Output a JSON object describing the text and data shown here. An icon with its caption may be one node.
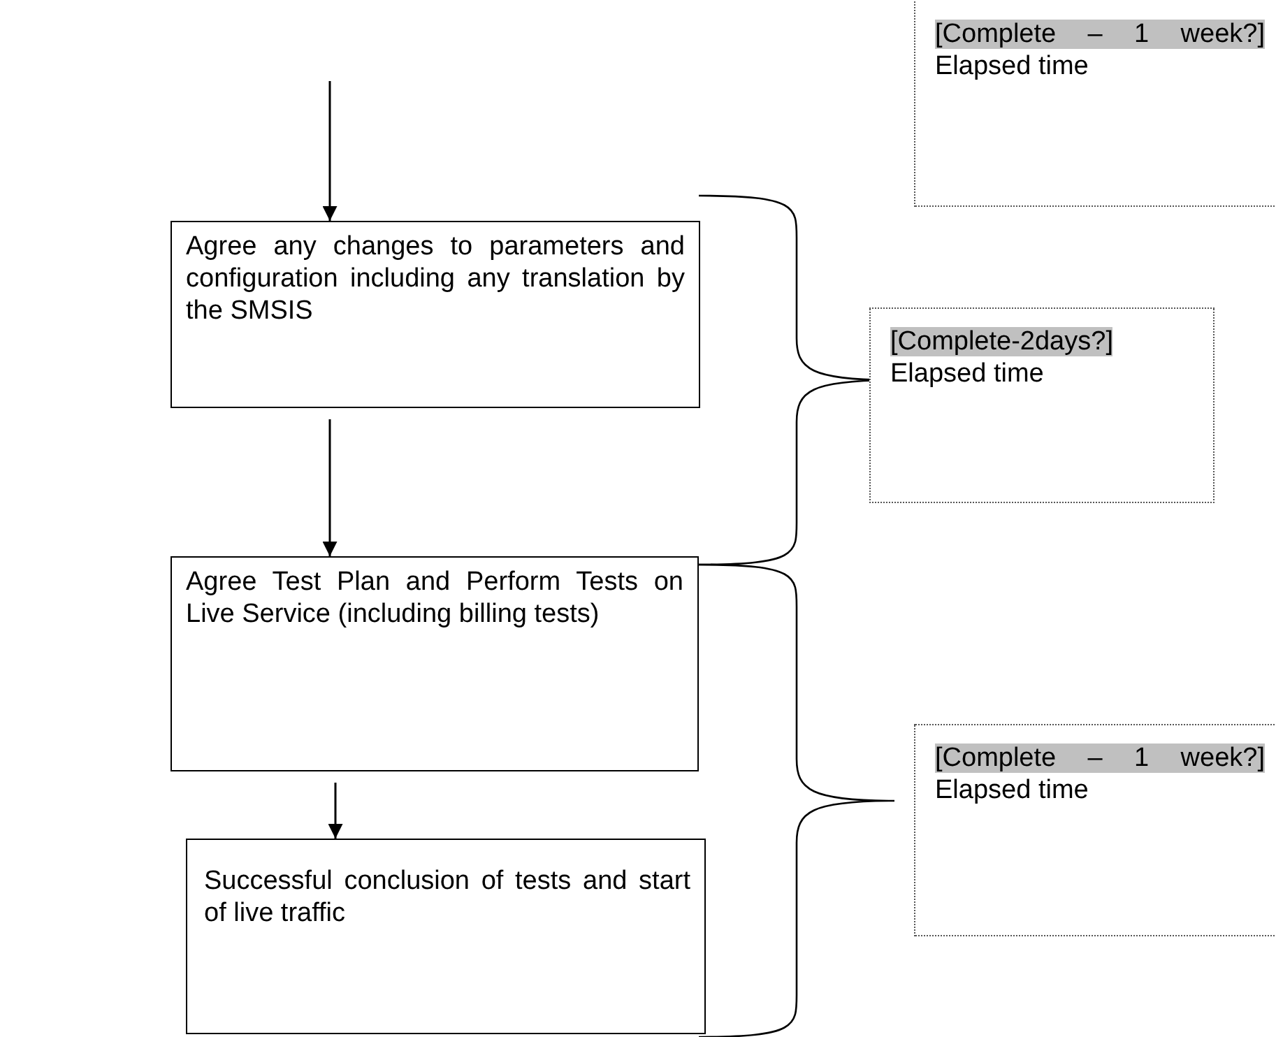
{
  "diagram": {
    "nodes": [
      {
        "text": [
          "Agree any changes to parameters and configuration including any translation by the SMSIS"
        ]
      },
      {
        "text": [
          "Agree Test Plan and Perform Tests on Live Service (including billing tests)"
        ]
      },
      {
        "text": [
          "Successful conclusion of tests and start of live traffic"
        ]
      },
      {
        "text": [
          "[Complete – 1 week?]",
          "Elapsed time"
        ]
      },
      {
        "text": [
          "[Complete-2days?]",
          "Elapsed time"
        ]
      },
      {
        "text": [
          "[Complete – 1 week?]",
          "Elapsed time"
        ]
      }
    ],
    "edges": [
      {
        "from": null,
        "to": 0,
        "arrow": "to"
      },
      {
        "from": 0,
        "to": 1,
        "arrow": "to"
      },
      {
        "from": 1,
        "to": 2,
        "arrow": "to"
      }
    ]
  }
}
